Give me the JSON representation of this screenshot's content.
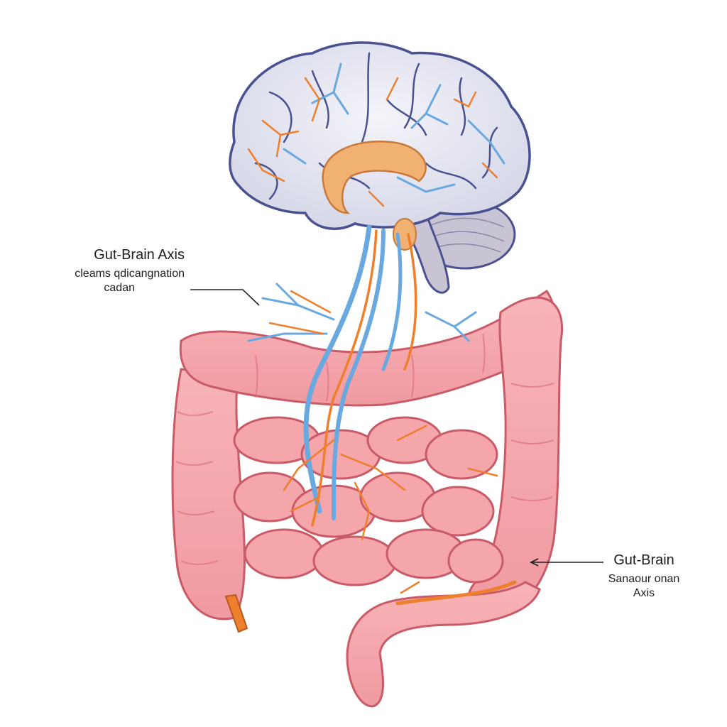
{
  "labels": {
    "upper_left": {
      "title": "Gut-Brain Axis",
      "line1": "cleams qdicangnation",
      "line2": "cadan"
    },
    "lower_right": {
      "title": "Gut-Brain",
      "line1": "Sanaour onan",
      "line2": "Axis"
    }
  },
  "colors": {
    "brain_fill": "#e7e8f2",
    "brain_outline": "#4a5191",
    "cerebellum_fill": "#c9c4d4",
    "limbic_fill": "#f0b172",
    "intestine_fill": "#f5a8ad",
    "intestine_outline": "#c95a68",
    "nerve_blue": "#6aa8e0",
    "nerve_orange": "#ee7f2d",
    "pointer_line": "#222222"
  },
  "icons": {
    "brain": "brain-illustration",
    "cerebellum": "cerebellum-illustration",
    "vagus_nerve": "vagus-nerve-bundle",
    "large_intestine": "large-intestine-illustration",
    "small_intestine": "small-intestine-illustration"
  }
}
